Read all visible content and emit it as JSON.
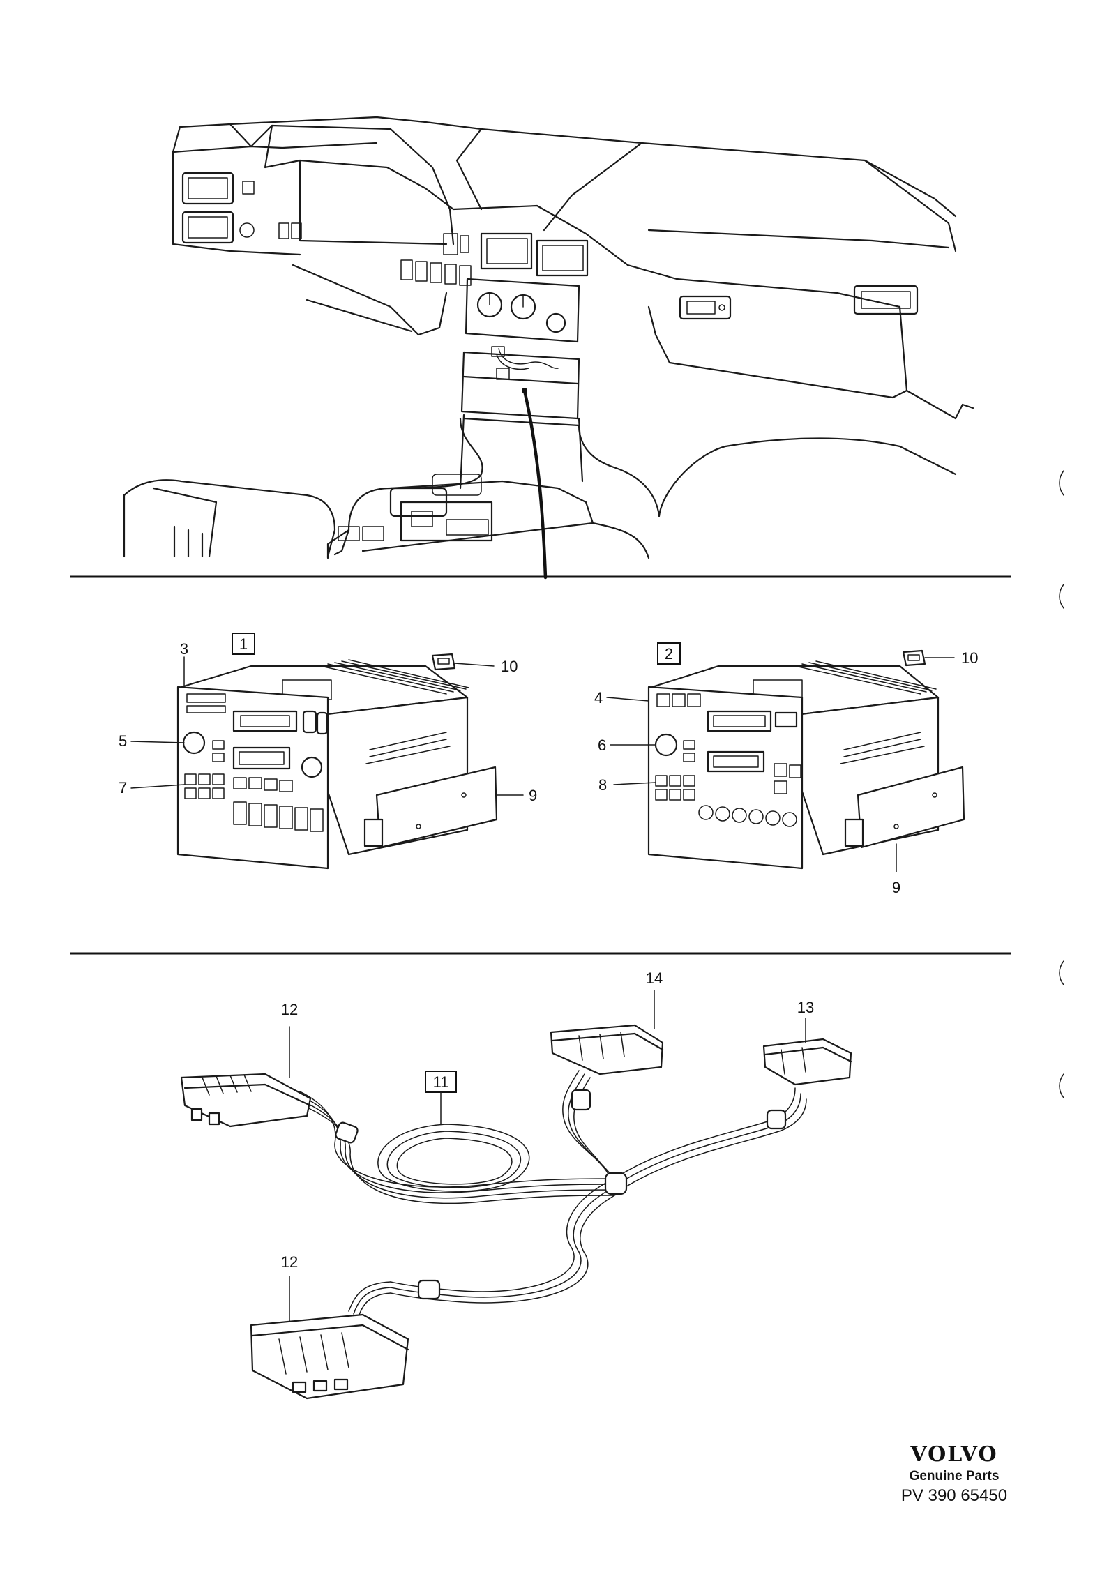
{
  "callouts": {
    "variant_1": "1",
    "variant_2": "2",
    "harness": "11",
    "p3": "3",
    "p4": "4",
    "p5": "5",
    "p6": "6",
    "p7": "7",
    "p8": "8",
    "p9_left": "9",
    "p9_right": "9",
    "p10_left": "10",
    "p10_right": "10",
    "p12_top": "12",
    "p12_bottom": "12",
    "p13": "13",
    "p14": "14"
  },
  "footer": {
    "brand": "VOLVO",
    "subtitle": "Genuine Parts",
    "code": "PV 390 65450"
  }
}
